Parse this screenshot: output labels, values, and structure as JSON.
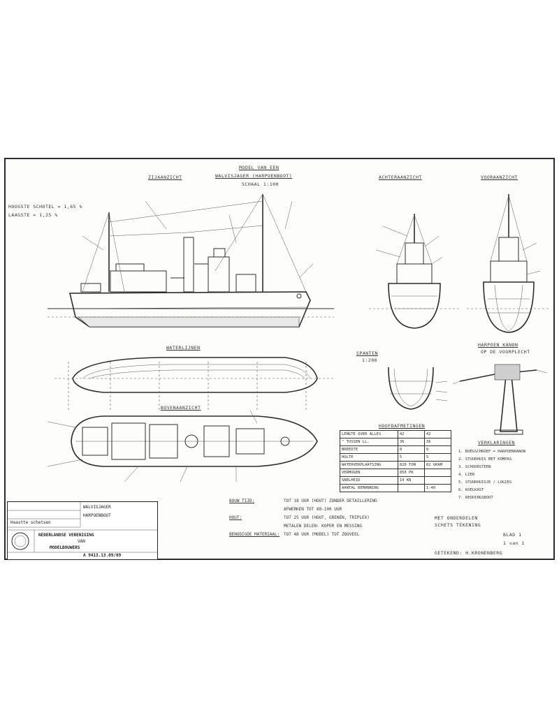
{
  "header": {
    "line1": "MODEL VAN EEN",
    "line2": "WALVISJAGER (HARPOENBOOT)",
    "scale": "SCHAAL 1:100"
  },
  "views": {
    "side": "ZIJAANZICHT",
    "stern": "ACHTERAANZICHT",
    "bow": "VOORAANZICHT",
    "bottom": "WATERLIJNEN",
    "deck": "BOVENAANZICHT",
    "frames": "SPANTEN",
    "frames_scale": "1:200",
    "gun_detail": "HARPOEN KANON",
    "gun_sub": "OP DE VOORPLECHT",
    "legend_title": "VERKLARINGEN"
  },
  "notes_left": {
    "line1": "HOOGSTE SCHOTEL = 1,65 %",
    "line2": "LAAGSTE = 1,25 %"
  },
  "data_table": {
    "title": "HOOFDAFMETINGEN",
    "rows": [
      [
        "LENGTE OVER ALLES",
        "42",
        "42"
      ],
      [
        "  \"    TUSSEN LL.",
        "36",
        "36"
      ],
      [
        "BREEDTE",
        "8",
        "8"
      ],
      [
        "HOLTE",
        "5",
        "5"
      ],
      [
        "WATERVERPLAATSING",
        "820 TON",
        "82 GRAM"
      ],
      [
        "VERMOGEN",
        "850 PK",
        ""
      ],
      [
        "SNELHEID",
        "14 KN",
        ""
      ],
      [
        "AANTAL BEMANNING",
        "",
        "1:40"
      ]
    ]
  },
  "notes_bottom": [
    [
      "BOUW TIJD:",
      "TOT 18 UUR (HOUT) ZONDER DETAILLERING"
    ],
    [
      "",
      "AFWERKEN TOT 80-100 UUR"
    ],
    [
      "HOUT:",
      "TOT 25 UUR (HOUT, GRENEN, TRIPLEX)"
    ],
    [
      "",
      "METALEN DELEN: KOPER EN MESSING"
    ],
    [
      "BENODIGDE MATERIAAL:",
      "TOT 48 UUR (MODEL) TOT ZOOVEEL"
    ]
  ],
  "legend": [
    "1. BOEGSCHROEF = HARPOENKANON",
    "2. STUURHUIS MET KOMPAS",
    "3. SCHOORSTEEN",
    "4. LIER",
    "5. STUURHUISJE / LOGIES",
    "6. KOELKAST",
    "7. REDDINGSBOOT"
  ],
  "side_notes": {
    "n1": "MET ONDERDELEN",
    "n2": "SCHETS TEKENING",
    "sheet_no": "BLAD 1",
    "sheet_of": "1 van 1",
    "drawn": "GETEKEND: H.KRONENBERG"
  },
  "title_block": {
    "row1": "WALVISJAGER",
    "row2": "HARPOENBOOT",
    "author": "Haastte schetsen",
    "org1": "NEDERLANDSE VERENIGING",
    "org2": "VAN",
    "org3": "MODELBOUWERS",
    "number": "A 9413.13.09/09"
  }
}
